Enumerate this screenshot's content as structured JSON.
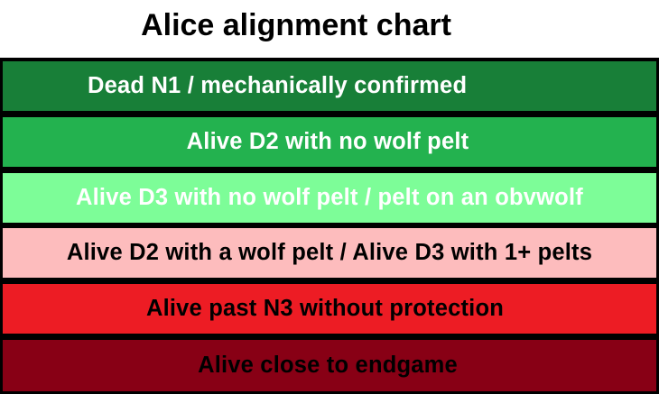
{
  "title": "Alice alignment chart",
  "rows": [
    {
      "label": "Dead N1 / mechanically confirmed",
      "bg": "#187f38",
      "fg": "#ffffff"
    },
    {
      "label": "Alive D2 with no wolf pelt",
      "bg": "#23b24f",
      "fg": "#ffffff"
    },
    {
      "label": "Alive D3 with no wolf pelt / pelt on an obvwolf",
      "bg": "#7dfd98",
      "fg": "#ffffff"
    },
    {
      "label": "Alive D2 with a wolf pelt / Alive D3 with 1+ pelts",
      "bg": "#fdbcbd",
      "fg": "#000000"
    },
    {
      "label": "Alive past N3 without protection",
      "bg": "#ed1c24",
      "fg": "#000000"
    },
    {
      "label": "Alive close to endgame",
      "bg": "#880015",
      "fg": "#000000"
    }
  ]
}
